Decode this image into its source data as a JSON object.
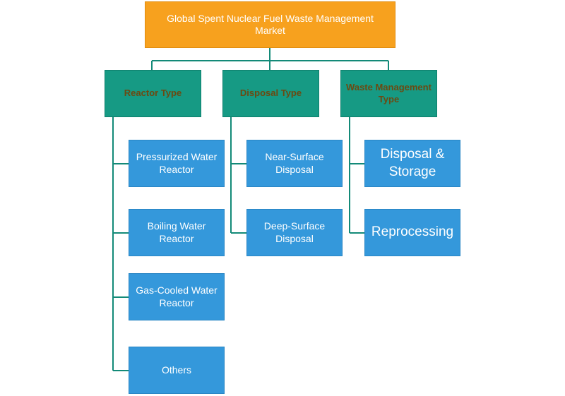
{
  "root": {
    "label": "Global Spent Nuclear Fuel Waste Management Market"
  },
  "categories": [
    {
      "label": "Reactor Type",
      "items": [
        "Pressurized Water Reactor",
        "Boiling Water Reactor",
        "Gas-Cooled Water Reactor",
        "Others"
      ]
    },
    {
      "label": "Disposal Type",
      "items": [
        "Near-Surface Disposal",
        "Deep-Surface Disposal"
      ]
    },
    {
      "label": "Waste Management Type",
      "items": [
        "Disposal & Storage",
        "Reprocessing"
      ]
    }
  ],
  "colors": {
    "root": "#f7a11e",
    "category": "#169a84",
    "leaf": "#3498db",
    "connector": "#138a78"
  }
}
